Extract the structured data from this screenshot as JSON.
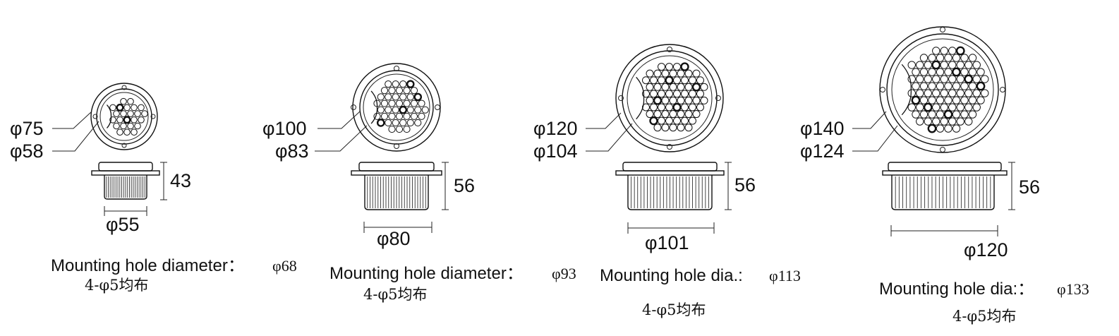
{
  "colors": {
    "ink": "#111111",
    "background": "#ffffff"
  },
  "fixtures": [
    {
      "outer_dia": "φ75",
      "inner_dia": "φ58",
      "height": "43",
      "body_dia": "φ55",
      "mounting_label": "Mounting hole diameter：",
      "mounting_value": "φ68",
      "holes_note": "4-φ5均布"
    },
    {
      "outer_dia": "φ100",
      "inner_dia": "φ83",
      "height": "56",
      "body_dia": "φ80",
      "mounting_label": "Mounting hole diameter：",
      "mounting_value": "φ93",
      "holes_note": "4-φ5均布"
    },
    {
      "outer_dia": "φ120",
      "inner_dia": "φ104",
      "height": "56",
      "body_dia": "φ101",
      "mounting_label": "Mounting hole dia.:",
      "mounting_value": "φ113",
      "holes_note": "4-φ5均布"
    },
    {
      "outer_dia": "φ140",
      "inner_dia": "φ124",
      "height": "56",
      "body_dia": "φ120",
      "mounting_label": "Mounting hole dia:：",
      "mounting_value": "φ133",
      "holes_note": "4-φ5均布"
    }
  ]
}
